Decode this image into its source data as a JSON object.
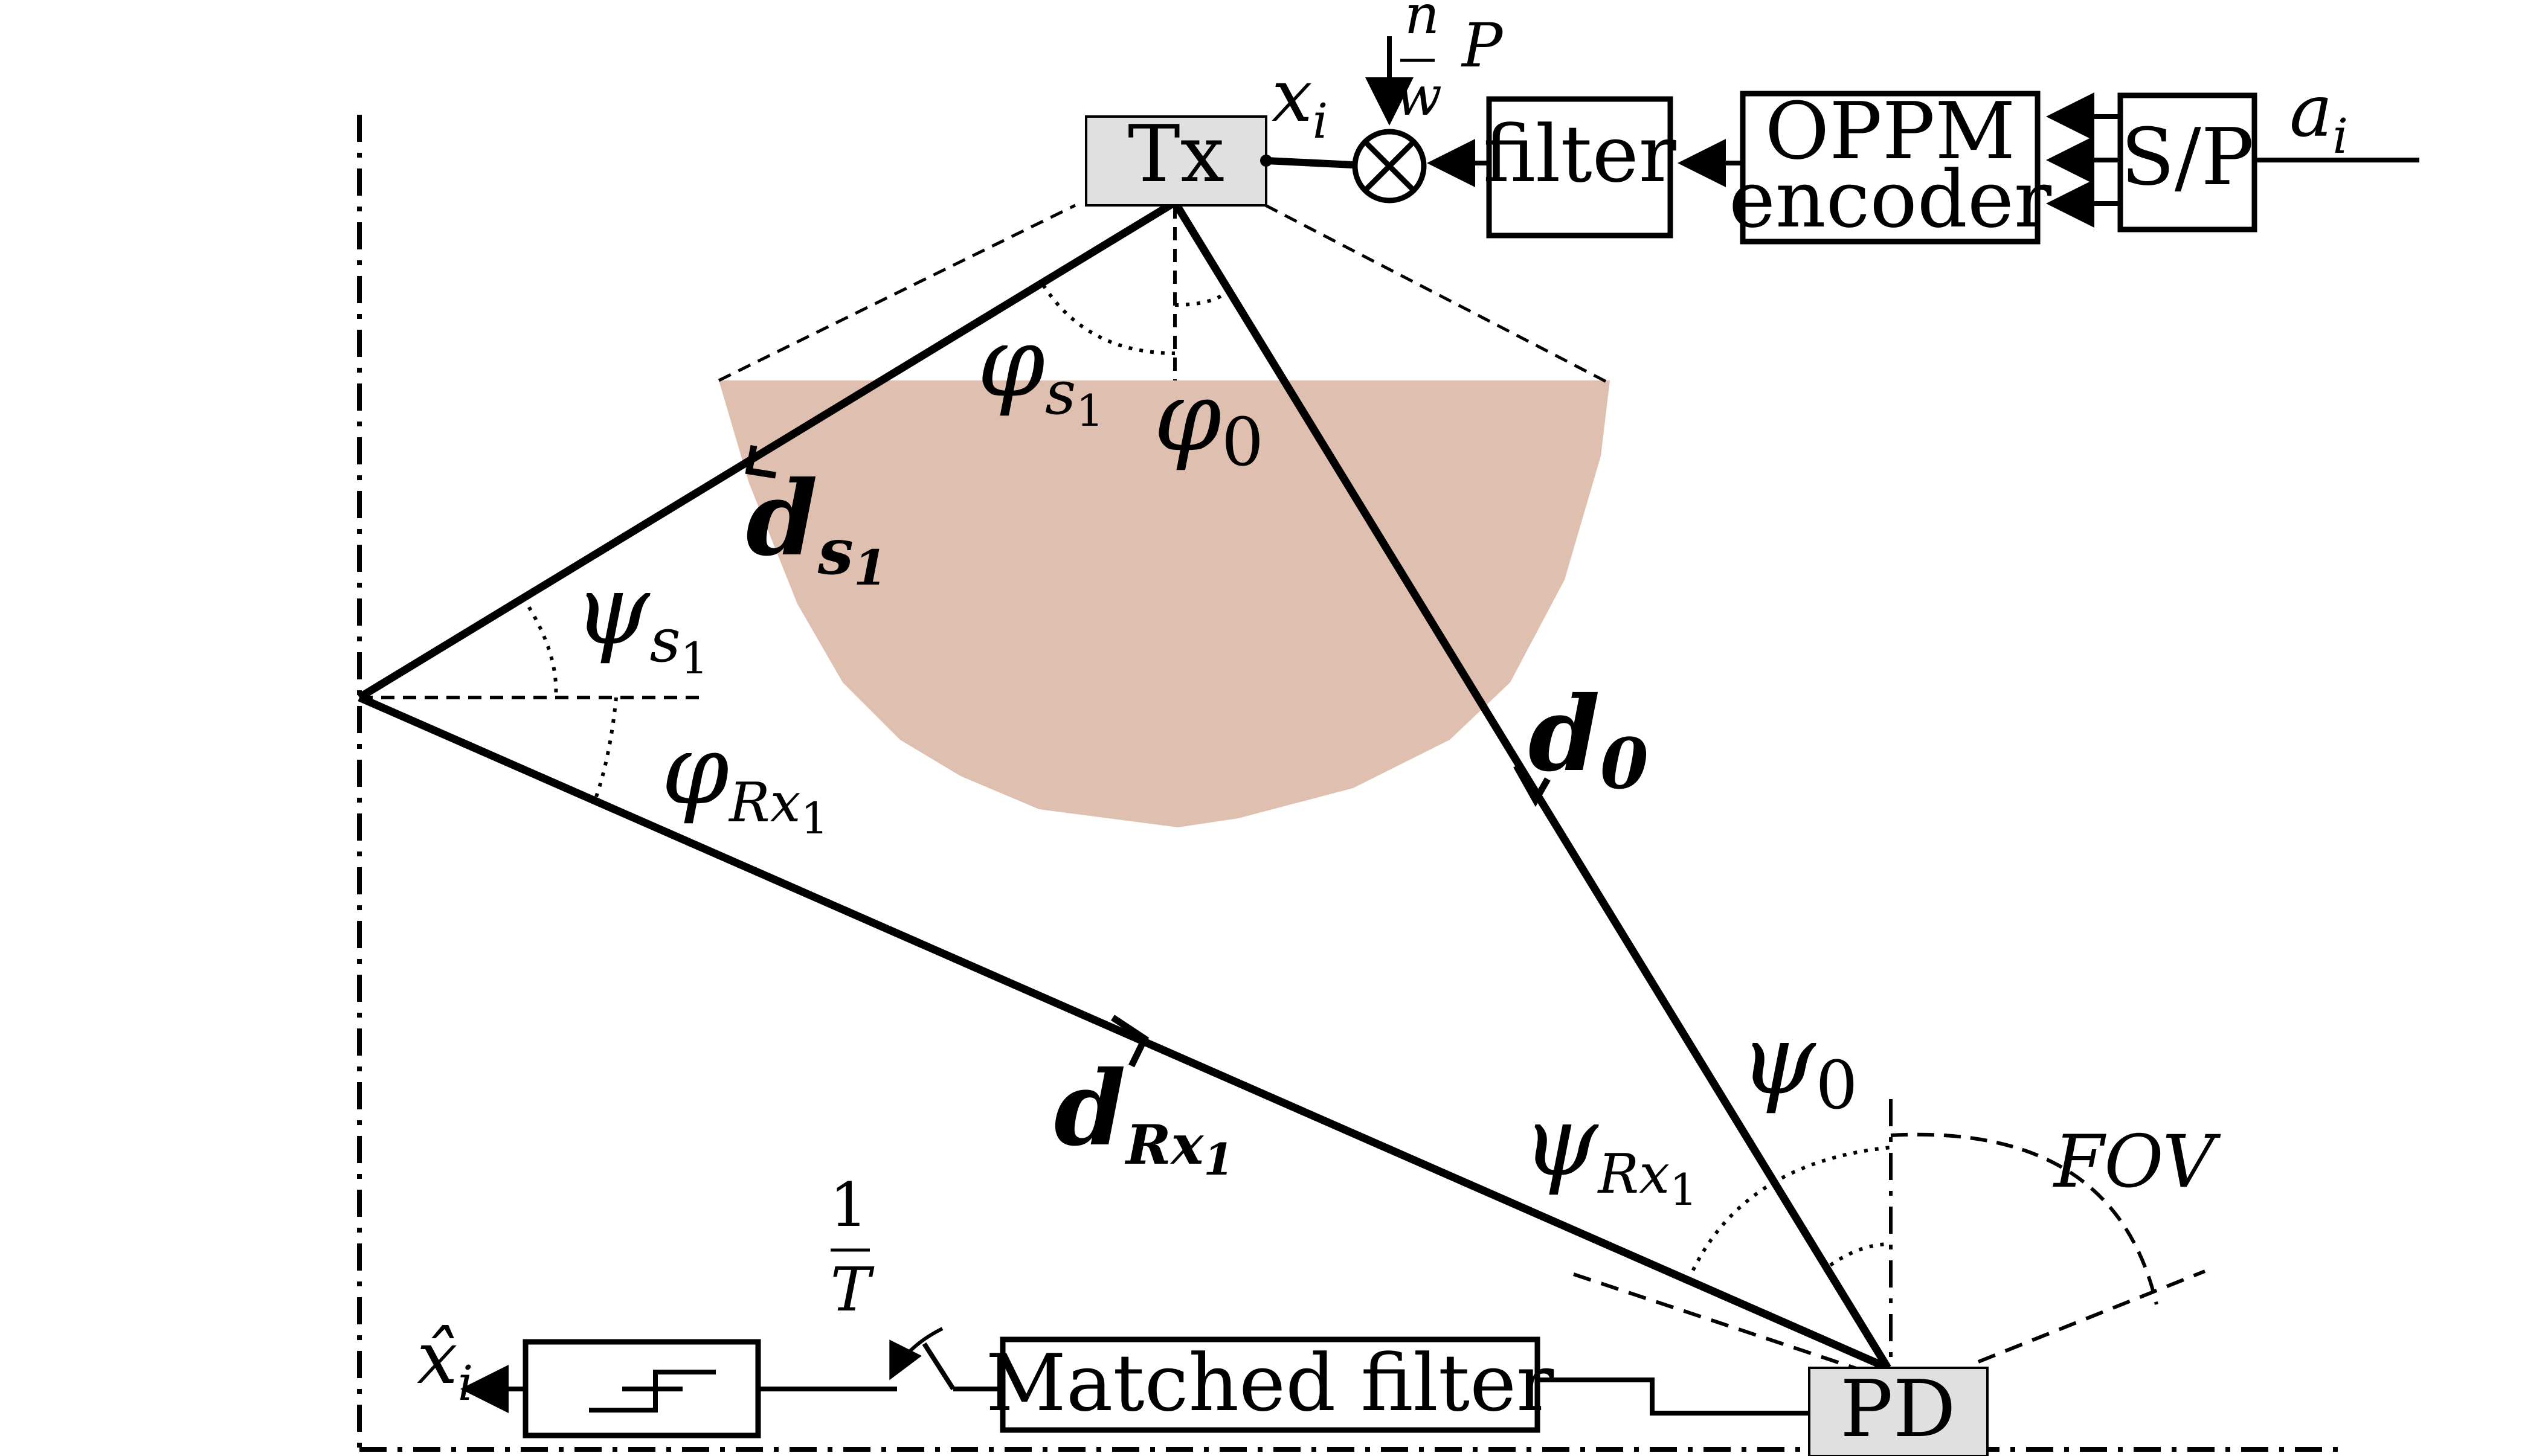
{
  "blocks": {
    "tx": "Tx",
    "filter": "filter",
    "encoder_line1": "OPPM",
    "encoder_line2": "encoder",
    "sp": "S/P",
    "pd": "PD",
    "matched_filter": "Matched filter"
  },
  "signals": {
    "input_main": "a",
    "input_sub": "i",
    "tx_signal_main": "x",
    "tx_signal_sub": "i",
    "noise_num": "n",
    "noise_den": "w",
    "power": "P",
    "output_main": "x̂",
    "output_sub": "i",
    "sample_num": "1",
    "sample_den": "T"
  },
  "angles": {
    "phi": "φ",
    "psi": "ψ",
    "s1_sub": "s",
    "s1_subsub": "1",
    "zero_sub": "0",
    "rx1_sub": "Rx",
    "rx1_subsub": "1",
    "fov": "FOV"
  },
  "paths": {
    "d": "d",
    "ds1_sub": "s",
    "ds1_subsub": "1",
    "d0_sub": "0",
    "drx1_sub": "Rx",
    "drx1_subsub": "1"
  },
  "colors": {
    "beam_fill": "#dfbfb0",
    "block_fill_gray": "#e0e0e0",
    "line": "#000000"
  }
}
